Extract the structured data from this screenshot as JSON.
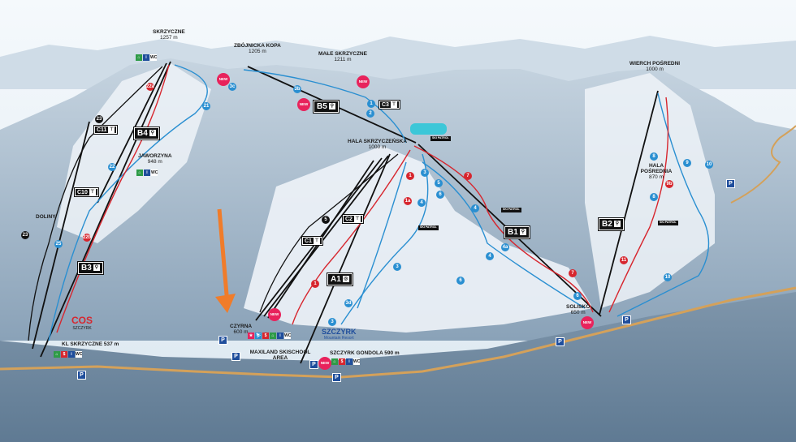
{
  "colors": {
    "sky": "#eaf2f8",
    "snow": "#f4f8fb",
    "forest": "#9fb4c6",
    "road": "#d4a15a",
    "arrow": "#f07c2a",
    "blue_run": "#2a8fd1",
    "red_run": "#d7262e",
    "black_run": "#111111",
    "parking": "#1f4e9c",
    "new_badge": "#e8235c"
  },
  "places": {
    "skrzyczne": {
      "name": "SKRZYCZNE",
      "alt": "1257 m"
    },
    "zbojnicka": {
      "name": "ZBÓJNICKA KOPA",
      "alt": "1205 m"
    },
    "male": {
      "name": "MAŁE SKRZYCZNE",
      "alt": "1211 m"
    },
    "wierch": {
      "name": "WIERCH POŚREDNI",
      "alt": "1000 m"
    },
    "hala_skrz": {
      "name": "HALA SKRZYCZEŃSKA",
      "alt": "1000 m"
    },
    "jaworzyna": {
      "name": "JAWORZYNA",
      "alt": "948 m"
    },
    "hala_posr": {
      "name": "HALA POŚREDNIA",
      "alt": "870 m"
    },
    "doliny": {
      "name": "DOLINY"
    },
    "czyrna": {
      "name": "CZYRNA",
      "alt": "600 m"
    },
    "solisko": {
      "name": "SOLISKO",
      "alt": "650 m"
    },
    "kl": {
      "name": "KL SKRZYCZNE 537 m"
    },
    "gondola": {
      "name": "SZCZYRK GONDOLA 590 m"
    },
    "maxiland": {
      "name": "MAXILAND SKISCHOOL AREA"
    }
  },
  "lifts": {
    "b5": "B5",
    "b4": "B4",
    "b3": "B3",
    "b2": "B2",
    "b1": "B1",
    "a1": "A1",
    "c1": "C1",
    "c2": "C2",
    "c3": "C3",
    "c10": "C10",
    "c11": "C11"
  },
  "runs": [
    {
      "n": "21",
      "c": "blue"
    },
    {
      "n": "3c",
      "c": "blue"
    },
    {
      "n": "3b",
      "c": "blue"
    },
    {
      "n": "1",
      "c": "blue"
    },
    {
      "n": "2",
      "c": "blue"
    },
    {
      "n": "22a",
      "c": "red"
    },
    {
      "n": "23",
      "c": "black"
    },
    {
      "n": "22",
      "c": "blue"
    },
    {
      "n": "22b",
      "c": "red"
    },
    {
      "n": "25",
      "c": "blue"
    },
    {
      "n": "23",
      "c": "black"
    },
    {
      "n": "1",
      "c": "red"
    },
    {
      "n": "1a",
      "c": "red"
    },
    {
      "n": "3",
      "c": "blue"
    },
    {
      "n": "5",
      "c": "blue"
    },
    {
      "n": "6",
      "c": "blue"
    },
    {
      "n": "7",
      "c": "red"
    },
    {
      "n": "4",
      "c": "blue"
    },
    {
      "n": "4a",
      "c": "blue"
    },
    {
      "n": "7",
      "c": "red"
    },
    {
      "n": "6",
      "c": "blue"
    },
    {
      "n": "4",
      "c": "blue"
    },
    {
      "n": "6",
      "c": "blue"
    },
    {
      "n": "3",
      "c": "blue"
    },
    {
      "n": "3d",
      "c": "blue"
    },
    {
      "n": "1",
      "c": "red"
    },
    {
      "n": "3",
      "c": "blue"
    },
    {
      "n": "5",
      "c": "black"
    },
    {
      "n": "4",
      "c": "blue"
    },
    {
      "n": "8",
      "c": "blue"
    },
    {
      "n": "9",
      "c": "blue"
    },
    {
      "n": "10",
      "c": "blue"
    },
    {
      "n": "8",
      "c": "blue"
    },
    {
      "n": "9b",
      "c": "red"
    },
    {
      "n": "11",
      "c": "red"
    },
    {
      "n": "10",
      "c": "blue"
    }
  ],
  "badges": {
    "new": "NEW",
    "patrol": "SKI PATROL",
    "parking": "P",
    "wc": "WC"
  },
  "logos": {
    "szczyrk": "SZCZYRK",
    "szczyrk_sub": "Mountain Resort",
    "cos": "COS",
    "cos_sub": "SZCZYRK"
  }
}
